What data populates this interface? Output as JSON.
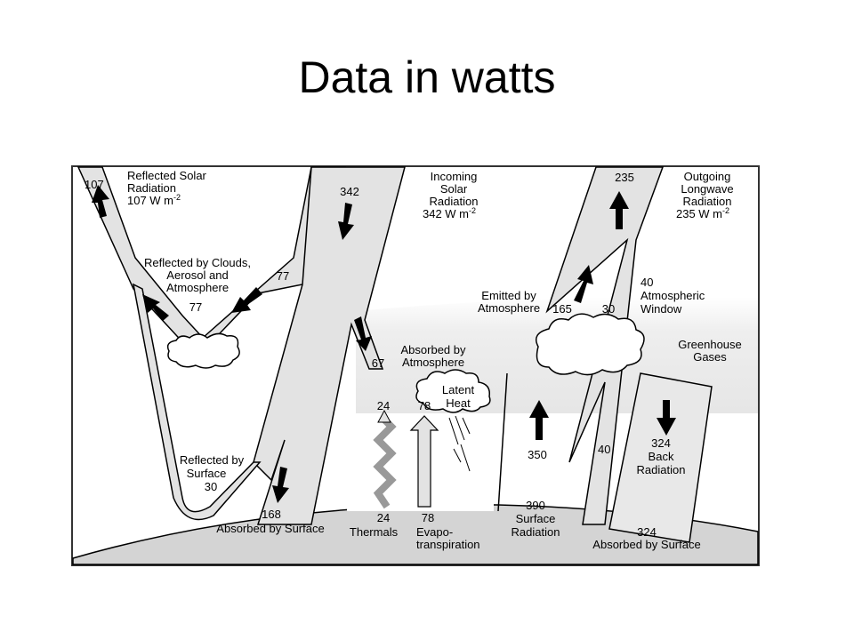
{
  "slide": {
    "title": "Data in watts"
  },
  "diagram": {
    "reflected_solar": {
      "value": "107",
      "title_lines": [
        "Reflected Solar",
        "Radiation",
        "107 W m"
      ],
      "unit_exp": "-2"
    },
    "incoming_solar": {
      "value": "342",
      "title_lines": [
        "Incoming",
        "Solar",
        "Radiation",
        "342 W m"
      ],
      "unit_exp": "-2"
    },
    "outgoing_longwave": {
      "value": "235",
      "title_lines": [
        "Outgoing",
        "Longwave",
        "Radiation",
        "235 W m"
      ],
      "unit_exp": "-2"
    },
    "reflected_by_clouds": {
      "lines": [
        "Reflected by Clouds,",
        "Aerosol and",
        "Atmosphere"
      ],
      "value_in": "77",
      "value_out": "77"
    },
    "absorbed_by_atmosphere": {
      "value": "67",
      "lines": [
        "Absorbed by",
        "Atmosphere"
      ]
    },
    "emitted_by_atmosphere": {
      "lines": [
        "Emitted by",
        "Atmosphere"
      ],
      "value": "165",
      "cloud_value": "30"
    },
    "atmospheric_window": {
      "value": "40",
      "lines": [
        "Atmospheric",
        "Window"
      ],
      "lower_value": "40"
    },
    "greenhouse_gases": {
      "lines": [
        "Greenhouse",
        "Gases"
      ]
    },
    "latent_heat": {
      "lines": [
        "Latent",
        "Heat"
      ],
      "value": "78"
    },
    "thermals": {
      "top_value": "24",
      "bottom_value": "24",
      "label": "Thermals"
    },
    "evapotranspiration": {
      "bottom_value": "78",
      "lines": [
        "Evapo-",
        "transpiration"
      ]
    },
    "surface_radiation": {
      "upward_value": "350",
      "value": "390",
      "lines": [
        "Surface",
        "Radiation"
      ]
    },
    "back_radiation": {
      "value": "324",
      "lines": [
        "Back",
        "Radiation"
      ]
    },
    "reflected_by_surface": {
      "lines": [
        "Reflected by",
        "Surface"
      ],
      "value": "30"
    },
    "absorbed_by_surface_solar": {
      "value": "168",
      "label": "Absorbed by Surface"
    },
    "absorbed_by_surface_back": {
      "value": "324",
      "label": "Absorbed by Surface"
    },
    "colors": {
      "band_fill": "#e3e3e3",
      "atmosphere_fill": "#ececec",
      "ground_fill": "#d2d2d2",
      "frame": "#333333",
      "arrow": "#000000"
    }
  }
}
